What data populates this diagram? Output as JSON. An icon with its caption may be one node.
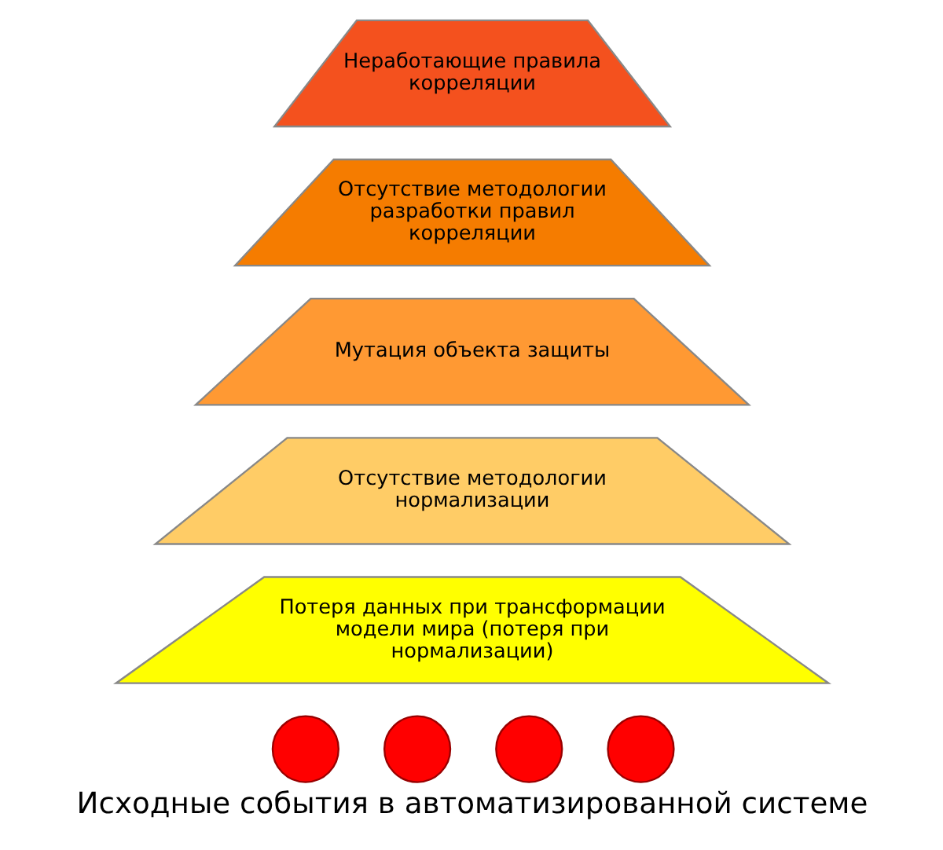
{
  "diagram": {
    "caption": "Исходные события в автоматизированной системе",
    "nodes": [
      {
        "text": [
          "Неработающие правила корреляции"
        ]
      },
      {
        "text": [
          "Отсутствие методологии разработки правил корреляции"
        ]
      },
      {
        "text": [
          "Мутация объекта защиты"
        ]
      },
      {
        "text": [
          "Отсутствие методологии нормализации"
        ]
      },
      {
        "text": [
          "Потеря данных при трансформации модели мира (потеря при нормализации)"
        ]
      },
      {
        "text": [],
        "shape": "circle"
      },
      {
        "text": [],
        "shape": "circle"
      },
      {
        "text": [],
        "shape": "circle"
      },
      {
        "text": [],
        "shape": "circle"
      }
    ]
  }
}
